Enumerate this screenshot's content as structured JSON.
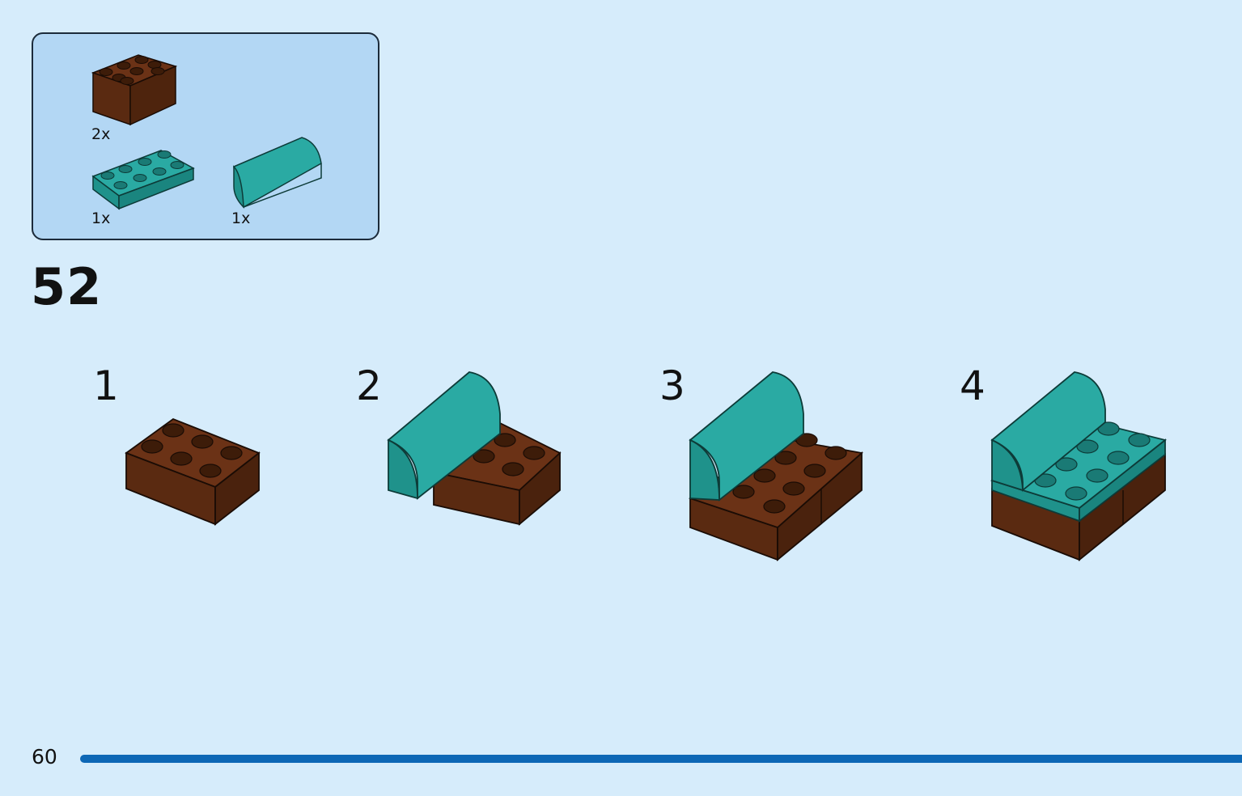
{
  "parts_list": {
    "items": [
      {
        "name": "brick-2x4-brown",
        "quantity": "2x"
      },
      {
        "name": "plate-2x4-teal",
        "quantity": "1x"
      },
      {
        "name": "curved-slope-teal",
        "quantity": "1x"
      }
    ]
  },
  "step": {
    "number": "52",
    "substeps": [
      {
        "label": "1"
      },
      {
        "label": "2"
      },
      {
        "label": "3"
      },
      {
        "label": "4"
      }
    ]
  },
  "page": {
    "number": "60"
  },
  "colors": {
    "background": "#d6ecfb",
    "panel": "#b3d7f4",
    "brown_top": "#6b3216",
    "brown_front": "#5a2a11",
    "teal": "#2aaaa3",
    "accent_bar": "#0d67b5"
  }
}
